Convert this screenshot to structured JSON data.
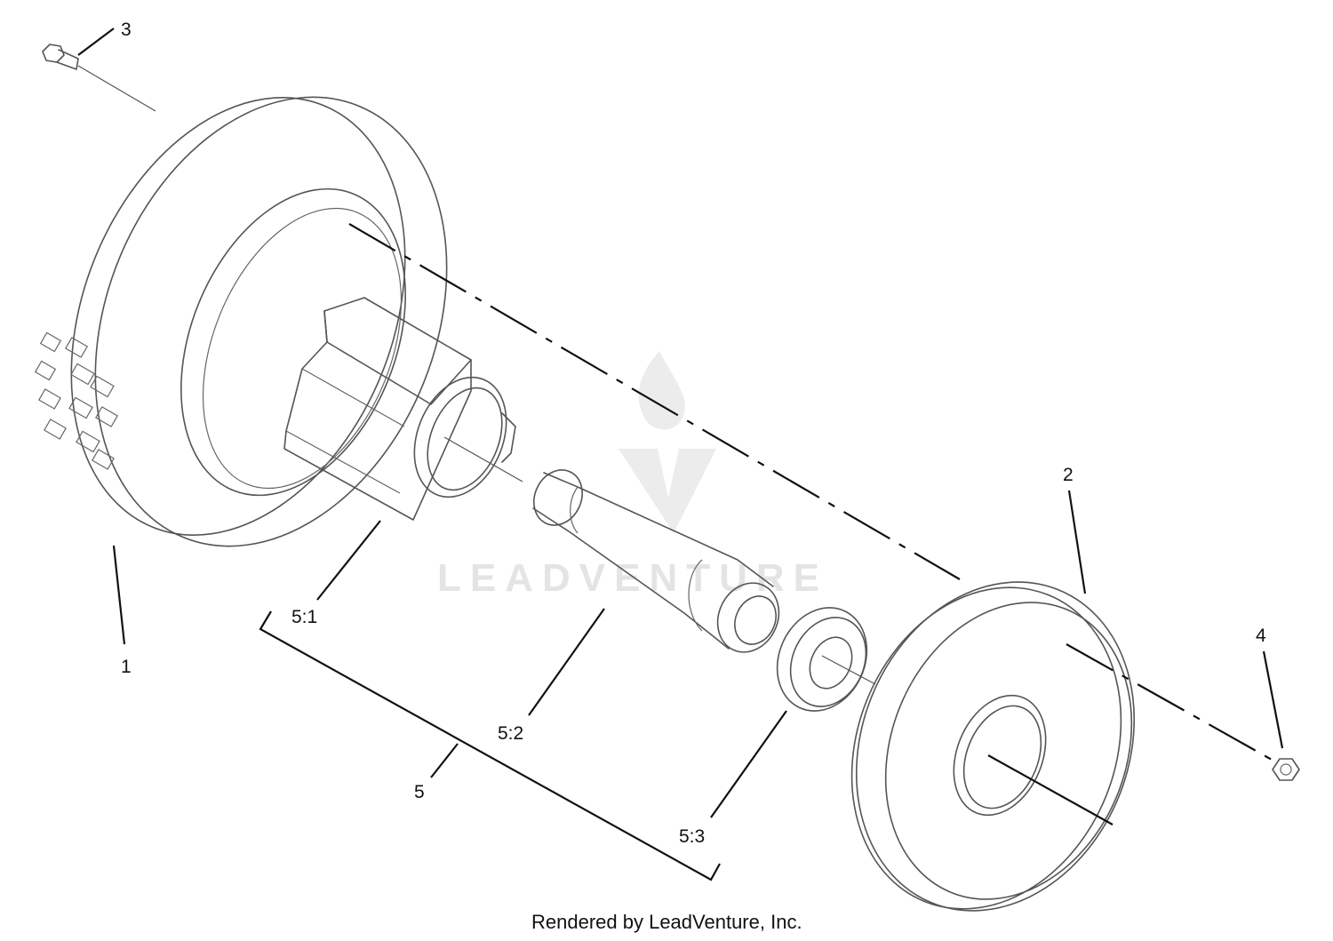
{
  "callouts": {
    "c1": "1",
    "c2": "2",
    "c3": "3",
    "c4": "4",
    "c5": "5",
    "c51": "5:1",
    "c52": "5:2",
    "c53": "5:3"
  },
  "watermark": {
    "text": "LEADVENTURE"
  },
  "footer": {
    "text": "Rendered by LeadVenture, Inc."
  },
  "colors": {
    "line": "#555555",
    "ink": "#111111",
    "watermark": "#e4e4e4"
  }
}
